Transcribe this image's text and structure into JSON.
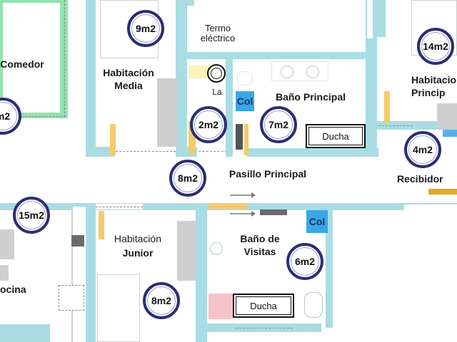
{
  "rooms": {
    "comedor": "Comedor",
    "habitacion_media": "Habitación\nMedia",
    "bano_principal": "Baño Principal",
    "habitacion_principal": "Habitacio\nPrincip",
    "recibidor": "Recibidor",
    "pasillo_principal": "Pasillo Principal",
    "habitacion_junior_a": "Habitación",
    "habitacion_junior_b": "Junior",
    "bano_visitas": "Baño de\nVisitas",
    "cocina": "ocina"
  },
  "areas": {
    "habitacion_media": "9m2",
    "habitacion_principal": "14m2",
    "comedor": "m2",
    "lavadero": "2m2",
    "bano_principal": "7m2",
    "recibidor": "4m2",
    "pasillo": "8m2",
    "cocina": "15m2",
    "bano_visitas": "6m2",
    "habitacion_junior": "8m2"
  },
  "fixtures": {
    "termo": "Termo\neléctrico",
    "lavadora": "La",
    "col_principal": "Col",
    "col_visitas": "Col",
    "ducha_principal": "Ducha",
    "ducha_visitas": "Ducha"
  },
  "colors": {
    "wall": "#a9dce3",
    "badge_border": "#2c2d74",
    "door": "#f6c96b",
    "column": "#3aa7e6"
  }
}
